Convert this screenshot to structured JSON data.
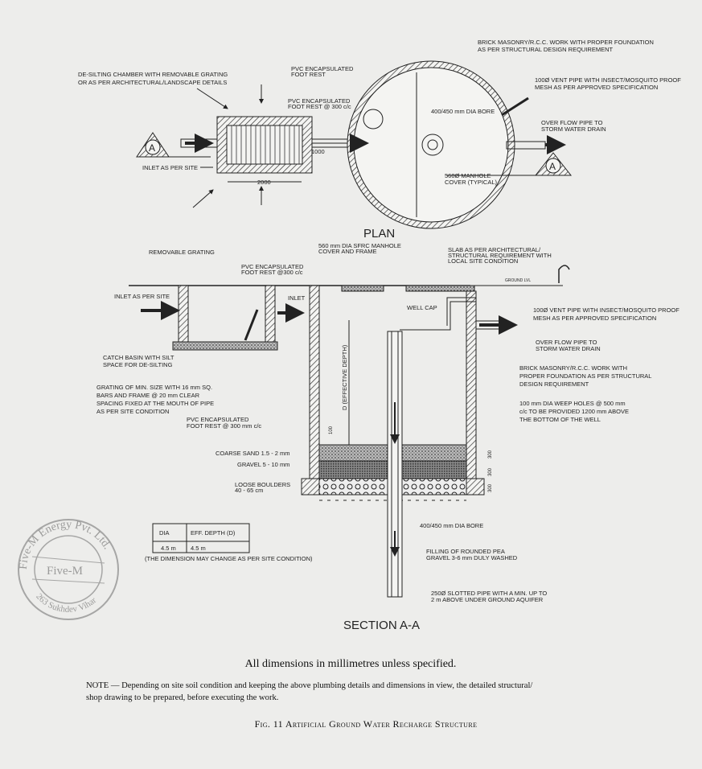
{
  "plan": {
    "title": "PLAN",
    "section_marker": "A",
    "labels": {
      "desilting_1": "DE-SILTING CHAMBER WITH REMOVABLE GRATING",
      "desilting_2": "OR AS PER ARCHITECTURAL/LANDSCAPE DETAILS",
      "footrest_1": "PVC ENCAPSULATED",
      "footrest_2": "FOOT REST",
      "footrest300_1": "PVC ENCAPSULATED",
      "footrest300_2": "FOOT REST @ 300 c/c",
      "inlet": "INLET AS PER SITE",
      "dim_2000": "2000",
      "dim_1000": "1000",
      "brick_1": "BRICK MASONRY/R.C.C. WORK WITH PROPER FOUNDATION",
      "brick_2": "AS PER STRUCTURAL DESIGN REQUIREMENT",
      "vent_1": "100Ø VENT PIPE WITH INSECT/MOSQUITO PROOF",
      "vent_2": "MESH AS PER APPROVED SPECIFICATION",
      "bore": "400/450 mm DIA BORE",
      "overflow_1": "OVER FLOW PIPE TO",
      "overflow_2": "STORM WATER DRAIN",
      "manhole_1": "560Ø MANHOLE",
      "manhole_2": "COVER (TYPICAL)"
    }
  },
  "section": {
    "title": "SECTION A-A",
    "labels": {
      "removable_grating": "REMOVABLE GRATING",
      "footrest_1": "PVC ENCAPSULATED",
      "footrest_2": "FOOT REST @300 c/c",
      "manhole_1": "560 mm DIA SFRC MANHOLE",
      "manhole_2": "COVER AND FRAME",
      "slab_1": "SLAB AS PER ARCHITECTURAL/",
      "slab_2": "STRUCTURAL REQUIREMENT WITH",
      "slab_3": "LOCAL SITE CONDITION",
      "ground": "GROUND LVL",
      "inlet_site": "INLET AS PER SITE",
      "inlet": "INLET",
      "well_cap": "WELL CAP",
      "vent_1": "100Ø VENT PIPE WITH INSECT/MOSQUITO PROOF",
      "vent_2": "MESH AS PER APPROVED SPECIFICATION",
      "overflow_1": "OVER FLOW PIPE TO",
      "overflow_2": "STORM WATER DRAIN",
      "catch_1": "CATCH BASIN WITH SILT",
      "catch_2": "SPACE FOR DE-SILTING",
      "depth": "D (EFFECTIVE DEPTH)",
      "brick_1": "BRICK MASONRY/R.C.C. WORK WITH",
      "brick_2": "PROPER FOUNDATION AS PER STRUCTURAL",
      "brick_3": "DESIGN REQUIREMENT",
      "grating_1": "GRATING OF MIN. SIZE WITH 16 mm SQ.",
      "grating_2": "BARS AND FRAME @ 20 mm CLEAR",
      "grating_3": "SPACING FIXED AT THE MOUTH OF PIPE",
      "grating_4": "AS PER SITE CONDITION",
      "weep_1": "100 mm DIA WEEP HOLES @ 500 mm",
      "weep_2": "c/c TO BE PROVIDED 1200 mm ABOVE",
      "weep_3": "THE BOTTOM OF THE WELL",
      "footrest300_1": "PVC ENCAPSULATED",
      "footrest300_2": "FOOT REST @ 300 mm c/c",
      "sand": "COARSE SAND 1.5 - 2 mm",
      "gravel": "GRAVEL 5 - 10 mm",
      "boulders_1": "LOOSE BOULDERS",
      "boulders_2": "40 - 65 cm",
      "dim_300": "300",
      "dim_100": "100",
      "bore": "400/450 mm DIA BORE",
      "filling_1": "FILLING OF ROUNDED PEA",
      "filling_2": "GRAVEL 3-6 mm DULY WASHED",
      "slotted_1": "250Ø SLOTTED PIPE WITH A MIN. UP TO",
      "slotted_2": "2 m ABOVE UNDER GROUND AQUIFER"
    }
  },
  "table": {
    "headers": [
      "DIA",
      "EFF. DEPTH (D)"
    ],
    "row": [
      "4.5 m",
      "4.5 m"
    ],
    "note": "(THE DIMENSION MAY CHANGE AS PER SITE CONDITION)"
  },
  "stamp": {
    "text_top": "Five-M Energy Pvt. Ltd.",
    "center": "Five-M",
    "text_bottom": "263 Sukhdev Vihar"
  },
  "footer": {
    "dimensions_note": "All dimensions in millimetres unless specified.",
    "note_1": "NOTE — Depending on site soil condition and keeping the above plumbing details and dimensions in view, the detailed structural/",
    "note_2": "shop drawing to be prepared, before executing the work.",
    "caption": "Fig. 11 Artificial Ground Water Recharge Structure"
  }
}
